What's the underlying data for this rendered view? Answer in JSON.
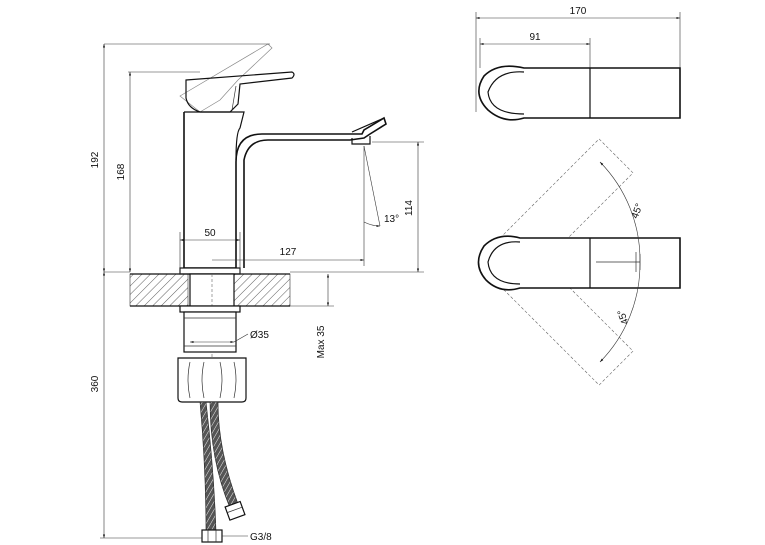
{
  "dimensions": {
    "overall_height": "192",
    "spout_height": "168",
    "outlet_height": "114",
    "base_width": "50",
    "reach": "127",
    "hole_diameter": "Ø35",
    "max_counter_thickness": "Max 35",
    "hose_length": "360",
    "thread": "G3/8",
    "spout_angle": "13°",
    "top_overall_length": "170",
    "top_body_length": "91",
    "swivel_angle_upper": "45°",
    "swivel_angle_lower": "45°"
  }
}
